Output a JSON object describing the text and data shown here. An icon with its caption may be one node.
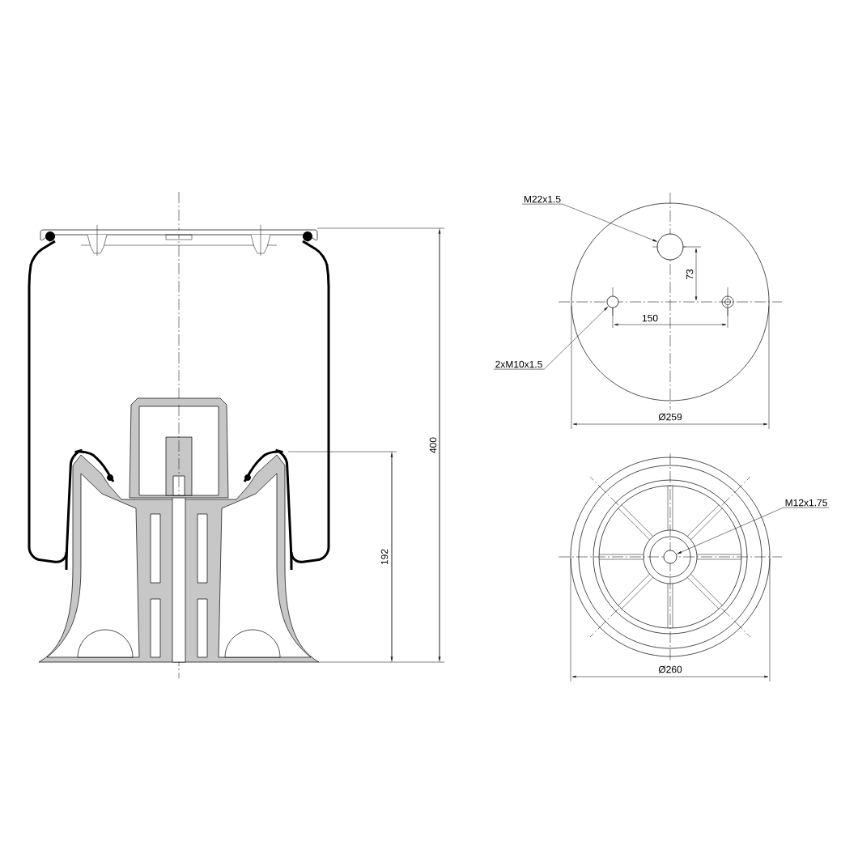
{
  "diagram": {
    "nodes": [
      {
        "text": [
          "M22x1.5"
        ]
      },
      {
        "text": [],
        "shape": "circle"
      },
      {
        "text": [
          "2xM10x1.5"
        ]
      },
      {
        "text": [],
        "shape": "circle"
      },
      {
        "text": [
          "M12x1.75"
        ]
      },
      {
        "text": [],
        "shape": "circle"
      }
    ],
    "edges": [
      {
        "from": 0,
        "to": 1,
        "arrow": "to"
      },
      {
        "from": 2,
        "to": 3,
        "arrow": "to"
      },
      {
        "from": 4,
        "to": 5,
        "arrow": "to"
      }
    ],
    "labels": [
      "400",
      "192",
      "73",
      "150",
      "Ø259",
      "Ø260"
    ]
  }
}
